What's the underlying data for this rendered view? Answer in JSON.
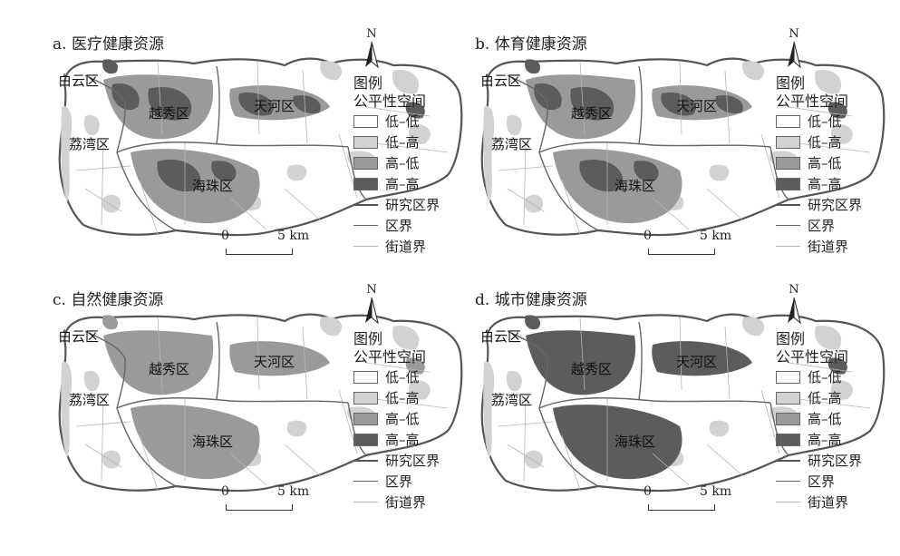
{
  "colors": {
    "low_low": "#ffffff",
    "low_high": "#d2d2d2",
    "high_low": "#9a9a9a",
    "high_high": "#5c5c5c",
    "study_boundary": "#555555",
    "district_boundary": "#666666",
    "street_boundary": "#b5b5b5"
  },
  "districts": {
    "baiyun": "白云区",
    "yuexiu": "越秀区",
    "tianhe": "天河区",
    "liwan": "荔湾区",
    "haizhu": "海珠区"
  },
  "north_label": "N",
  "legend": {
    "title1": "图例",
    "title2": "公平性空间",
    "items": [
      {
        "label": "低–低",
        "kind": "fill",
        "color_key": "low_low"
      },
      {
        "label": "低–高",
        "kind": "fill",
        "color_key": "low_high"
      },
      {
        "label": "高–低",
        "kind": "fill",
        "color_key": "high_low"
      },
      {
        "label": "高–高",
        "kind": "fill",
        "color_key": "high_high"
      },
      {
        "label": "研究区界",
        "kind": "line",
        "color_key": "study_boundary"
      },
      {
        "label": "区界",
        "kind": "line",
        "color_key": "district_boundary"
      },
      {
        "label": "街道界",
        "kind": "line",
        "color_key": "street_boundary"
      }
    ]
  },
  "scale": {
    "zero": "0",
    "five": "5 km"
  },
  "panels": [
    {
      "title": "a. 医疗健康资源",
      "variant": "a"
    },
    {
      "title": "b. 体育健康资源",
      "variant": "b"
    },
    {
      "title": "c. 自然健康资源",
      "variant": "c"
    },
    {
      "title": "d. 城市健康资源",
      "variant": "d"
    }
  ]
}
